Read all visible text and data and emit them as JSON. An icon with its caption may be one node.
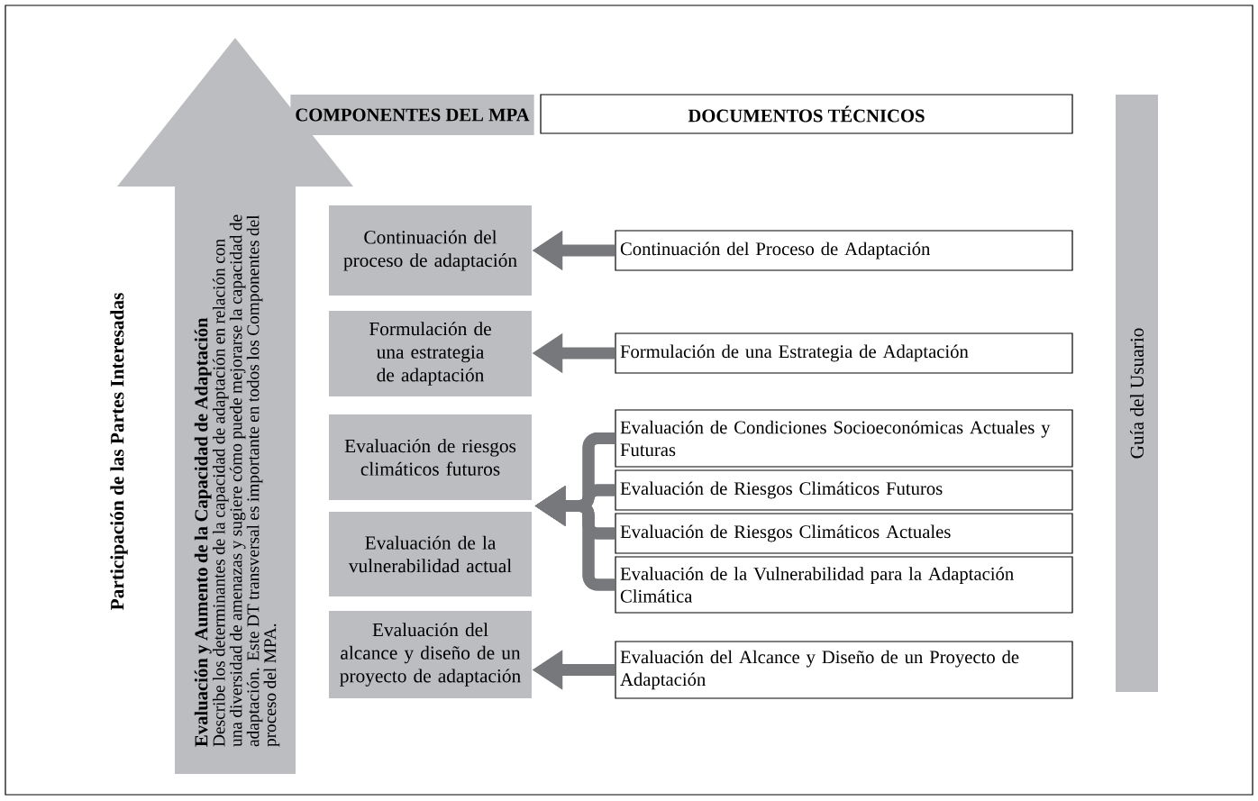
{
  "diagram": {
    "nodes": [
      {
        "text": [
          "Evaluación y Aumento de la Capacidad de Adaptación",
          "Describe los determinantes de la capacidad de adaptación en relación con una diversidad de amenazas y sugiere cómo puede mejorarse la capacidad de adaptación. Este DT transversal es importante en todos los Componentes del proceso del MPA."
        ]
      },
      {
        "text": [
          "COMPONENTES DEL MPA"
        ]
      },
      {
        "text": [
          "DOCUMENTOS TÉCNICOS"
        ]
      },
      {
        "text": [
          "Continuación del proceso de adaptación"
        ]
      },
      {
        "text": [
          "Formulación de una estrategia de adaptación"
        ]
      },
      {
        "text": [
          "Evaluación de riesgos climáticos futuros"
        ]
      },
      {
        "text": [
          "Evaluación de la vulnerabilidad actual"
        ]
      },
      {
        "text": [
          "Evaluación del alcance y diseño de un proyecto de adaptación"
        ]
      },
      {
        "text": [
          "Continuación del Proceso de Adaptación"
        ]
      },
      {
        "text": [
          "Formulación de una Estrategia de Adaptación"
        ]
      },
      {
        "text": [
          "Evaluación de Condiciones Socioeconómicas Actuales y Futuras"
        ]
      },
      {
        "text": [
          "Evaluación de Riesgos Climáticos Futuros"
        ]
      },
      {
        "text": [
          "Evaluación de Riesgos Climáticos Actuales"
        ]
      },
      {
        "text": [
          "Evaluación de la Vulnerabilidad para la Adaptación Climática"
        ]
      },
      {
        "text": [
          "Evaluación del Alcance y Diseño de un Proyecto de Adaptación"
        ]
      },
      {
        "text": [
          "Guía del Usuario"
        ]
      }
    ],
    "edges": [
      {
        "from": 8,
        "to": 3,
        "arrow": "to"
      },
      {
        "from": 9,
        "to": 4,
        "arrow": "to"
      },
      {
        "from": 10,
        "to": 5,
        "arrow": "to"
      },
      {
        "from": 11,
        "to": 5,
        "arrow": "to"
      },
      {
        "from": 12,
        "to": 5,
        "arrow": "to"
      },
      {
        "from": 13,
        "to": 5,
        "arrow": "to"
      },
      {
        "from": 10,
        "to": 6,
        "arrow": "to"
      },
      {
        "from": 11,
        "to": 6,
        "arrow": "to"
      },
      {
        "from": 12,
        "to": 6,
        "arrow": "to"
      },
      {
        "from": 13,
        "to": 6,
        "arrow": "to"
      },
      {
        "from": 14,
        "to": 7,
        "arrow": "to"
      }
    ],
    "labels": [
      "Participación de las Partes Interesadas"
    ]
  }
}
